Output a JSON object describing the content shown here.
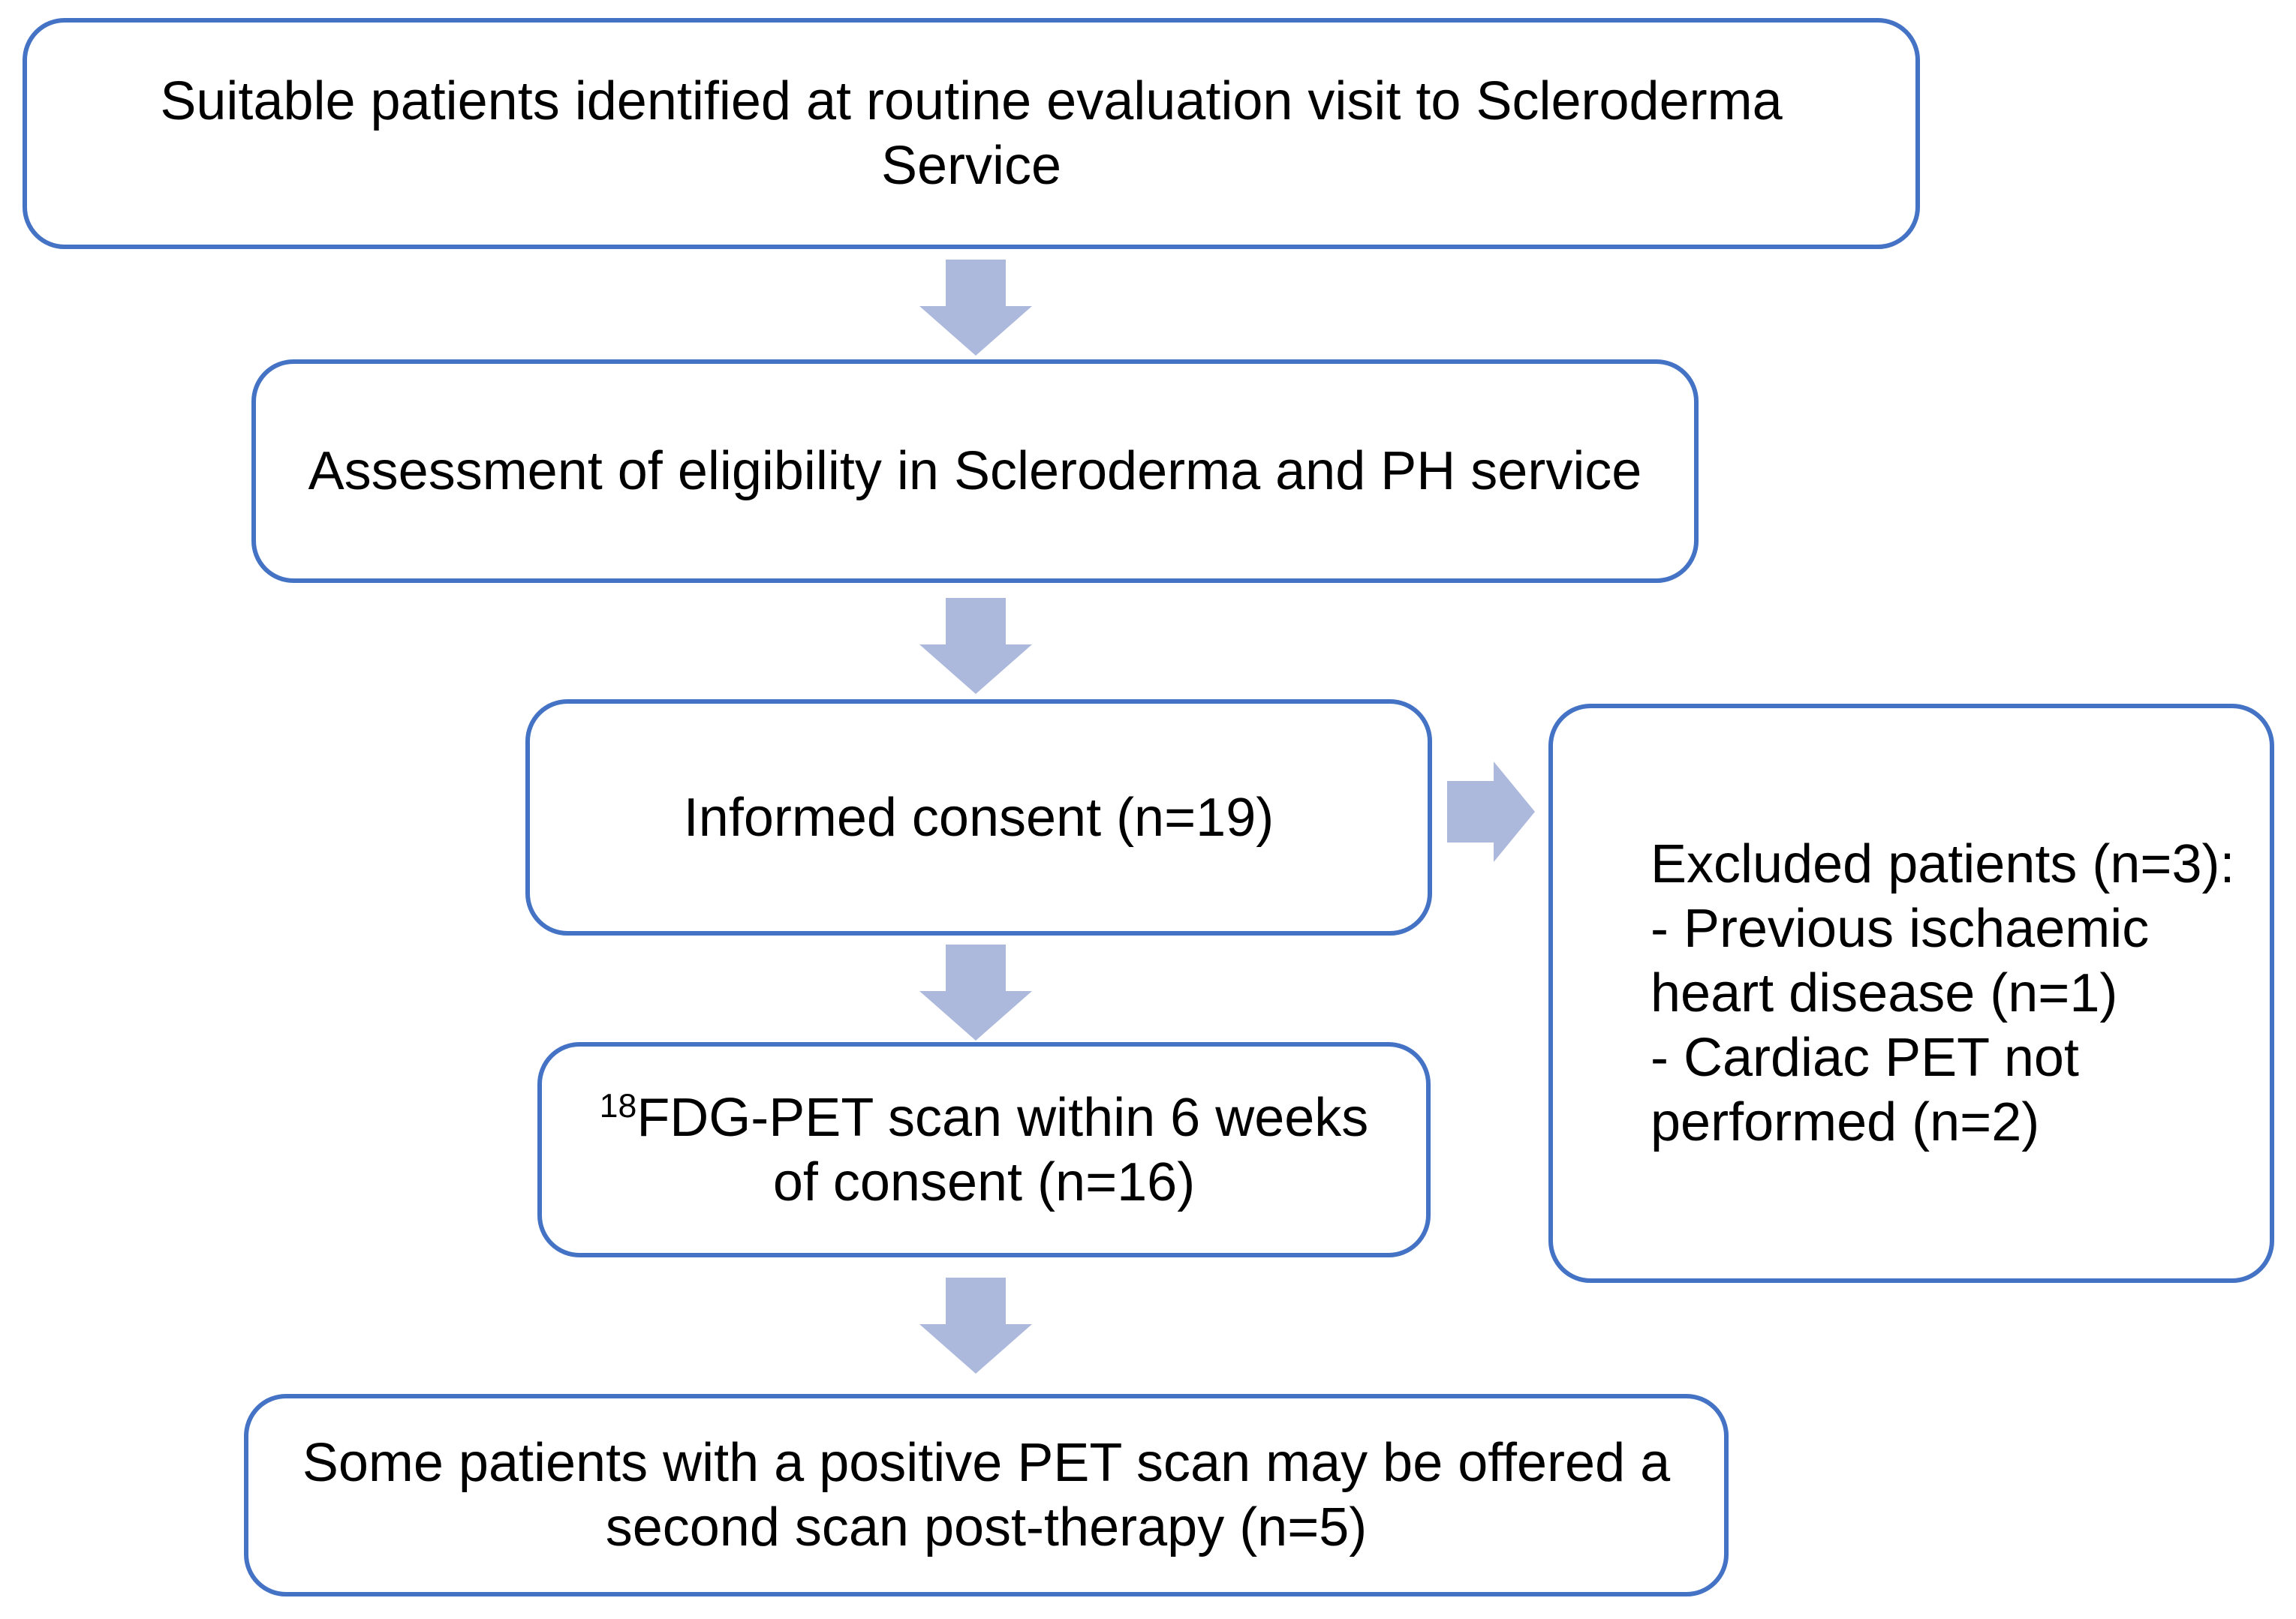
{
  "boxes": {
    "suitable_patients": {
      "lines": [
        "Suitable patients identified at routine evaluation visit to Scleroderma",
        "Service"
      ]
    },
    "assessment": {
      "lines": [
        "Assessment of eligibility in Scleroderma and PH service"
      ]
    },
    "informed_consent": {
      "lines": [
        "Informed consent (n=19)"
      ]
    },
    "fdg_pet_scan": {
      "superscript": "18",
      "lines": [
        "FDG-PET scan within 6 weeks",
        "of consent (n=16)"
      ]
    },
    "second_scan": {
      "lines": [
        "Some patients with a positive PET scan may be offered a",
        "second scan post-therapy (n=5)"
      ]
    },
    "excluded_patients": {
      "lines": [
        "Excluded patients (n=3):",
        "- Previous ischaemic",
        "heart disease (n=1)",
        "- Cardiac PET not",
        "performed (n=2)"
      ]
    }
  },
  "colors": {
    "box_border": "#4472C4",
    "arrow_fill": "#ADB9DC",
    "text": "#000000",
    "background": "#FFFFFF"
  }
}
